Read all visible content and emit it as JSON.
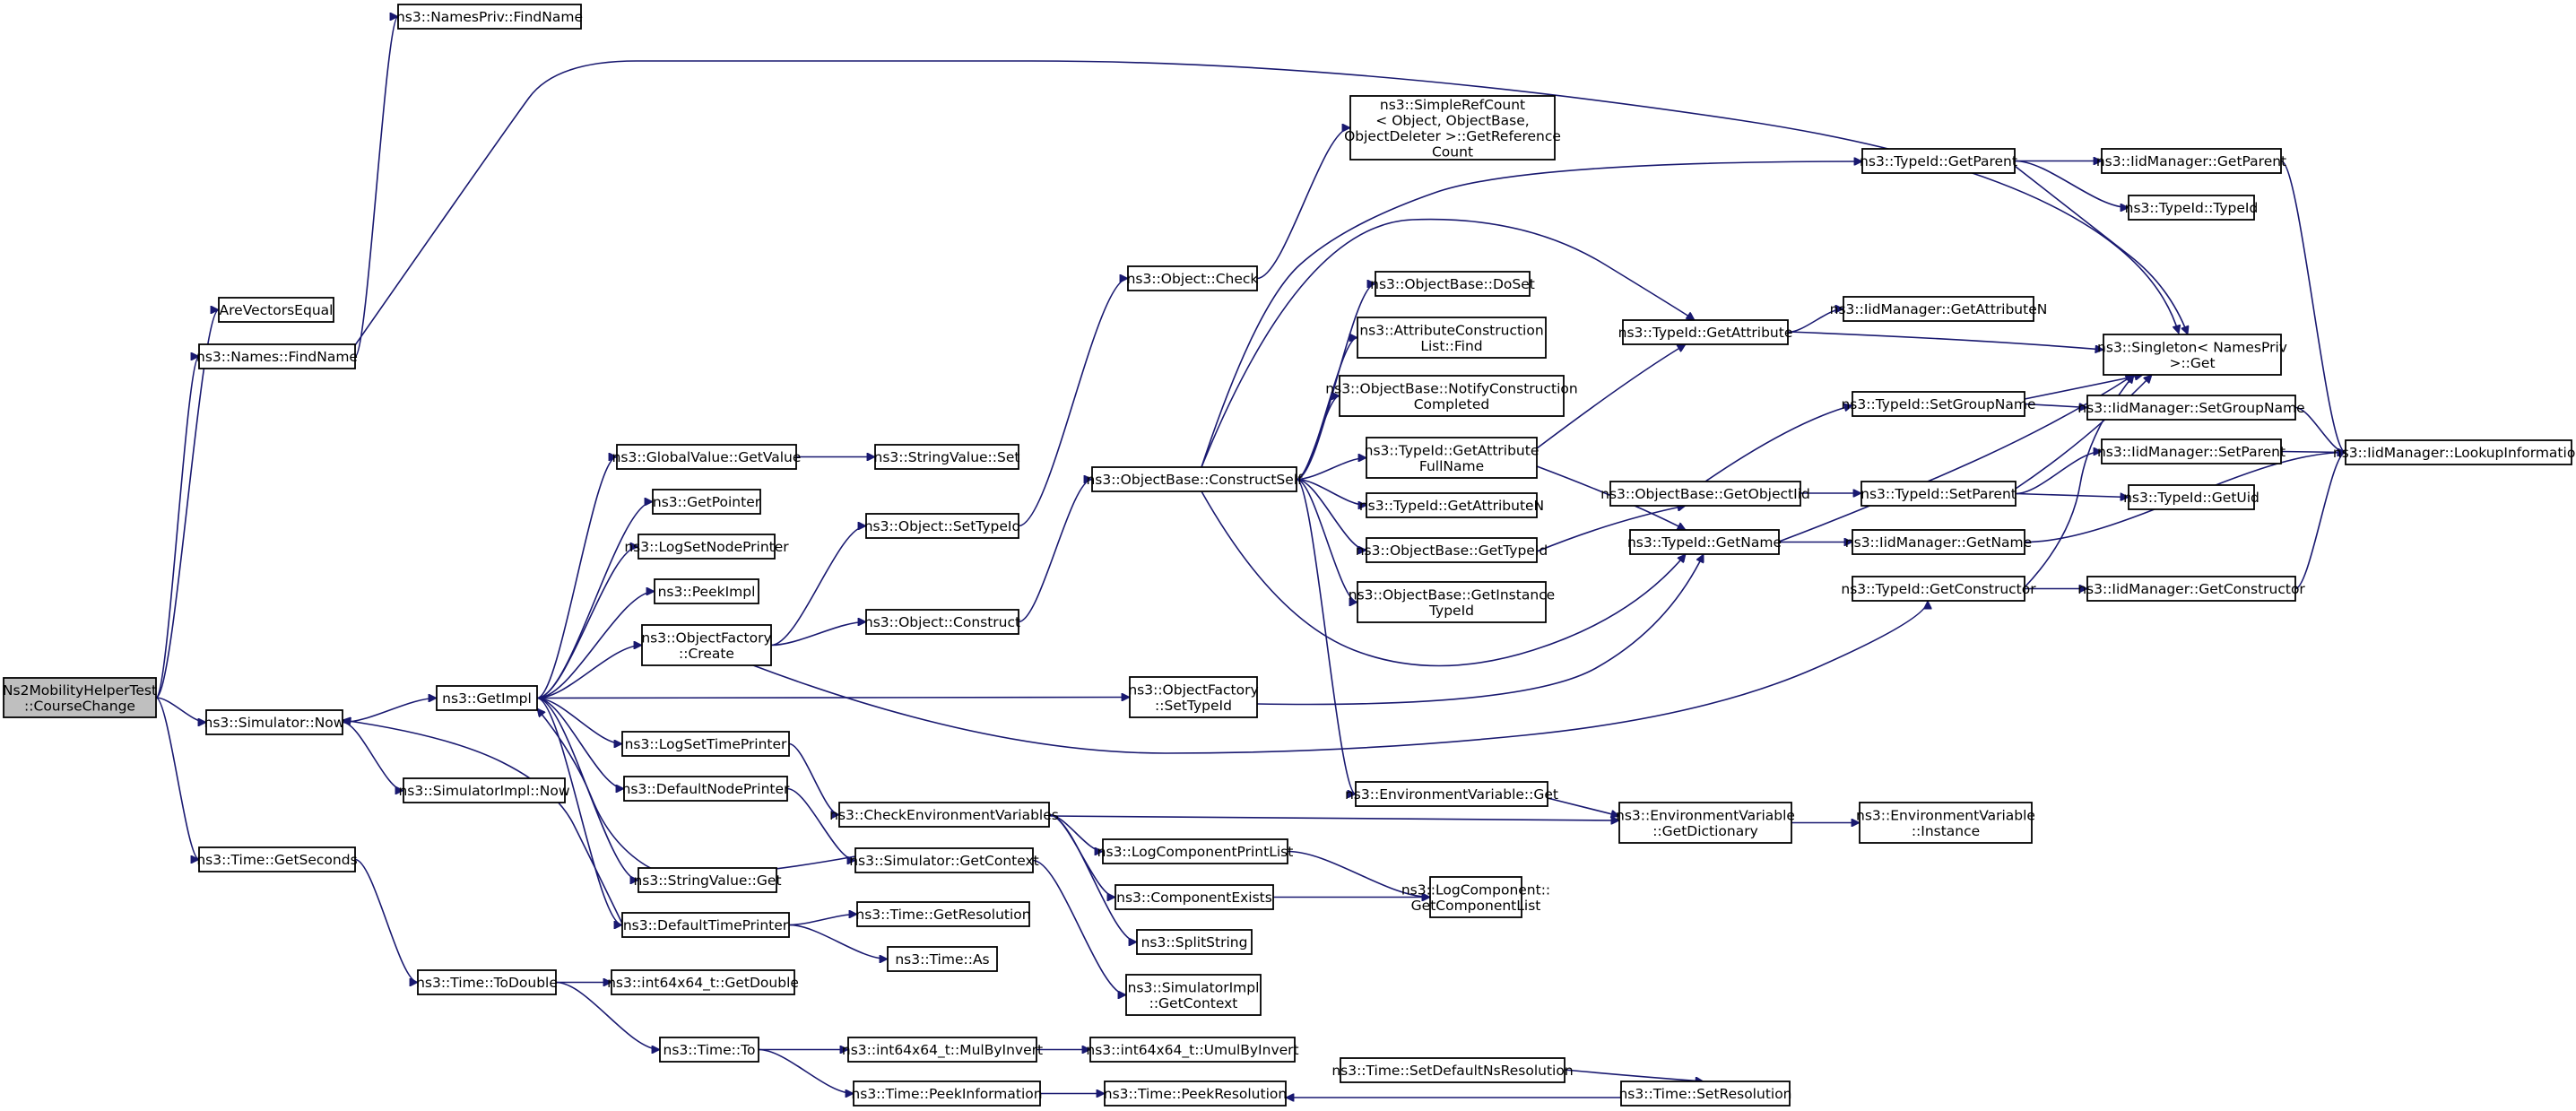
{
  "diagram": {
    "type": "call-graph",
    "edge_color": "#191970",
    "root_fill": "#bfbfbf",
    "nodes": [
      {
        "id": "root",
        "label": [
          "Ns2MobilityHelperTest",
          "::CourseChange"
        ]
      },
      {
        "id": "arevec",
        "label": [
          "AreVectorsEqual"
        ]
      },
      {
        "id": "namesfind",
        "label": [
          "ns3::Names::FindName"
        ]
      },
      {
        "id": "nprivfind",
        "label": [
          "ns3::NamesPriv::FindName"
        ]
      },
      {
        "id": "simnow",
        "label": [
          "ns3::Simulator::Now"
        ]
      },
      {
        "id": "getimpl",
        "label": [
          "ns3::GetImpl"
        ]
      },
      {
        "id": "simimplnow",
        "label": [
          "ns3::SimulatorImpl::Now"
        ]
      },
      {
        "id": "timegetsec",
        "label": [
          "ns3::Time::GetSeconds"
        ]
      },
      {
        "id": "todouble",
        "label": [
          "ns3::Time::ToDouble"
        ]
      },
      {
        "id": "int64getd",
        "label": [
          "ns3::int64x64_t::GetDouble"
        ]
      },
      {
        "id": "timeto",
        "label": [
          "ns3::Time::To"
        ]
      },
      {
        "id": "mulbyinv",
        "label": [
          "ns3::int64x64_t::MulByInvert"
        ]
      },
      {
        "id": "umulbyinv",
        "label": [
          "ns3::int64x64_t::UmulByInvert"
        ]
      },
      {
        "id": "peekinfo",
        "label": [
          "ns3::Time::PeekInformation"
        ]
      },
      {
        "id": "peekres",
        "label": [
          "ns3::Time::PeekResolution"
        ]
      },
      {
        "id": "setdefns",
        "label": [
          "ns3::Time::SetDefaultNsResolution"
        ]
      },
      {
        "id": "setres",
        "label": [
          "ns3::Time::SetResolution"
        ]
      },
      {
        "id": "gvgetval",
        "label": [
          "ns3::GlobalValue::GetValue"
        ]
      },
      {
        "id": "strvalset",
        "label": [
          "ns3::StringValue::Set"
        ]
      },
      {
        "id": "getptr",
        "label": [
          "ns3::GetPointer"
        ]
      },
      {
        "id": "logsetnode",
        "label": [
          "ns3::LogSetNodePrinter"
        ]
      },
      {
        "id": "peekimpl",
        "label": [
          "ns3::PeekImpl"
        ]
      },
      {
        "id": "ofcreate",
        "label": [
          "ns3::ObjectFactory",
          "::Create"
        ]
      },
      {
        "id": "logsettime",
        "label": [
          "ns3::LogSetTimePrinter"
        ]
      },
      {
        "id": "defnodepr",
        "label": [
          "ns3::DefaultNodePrinter"
        ]
      },
      {
        "id": "strvalget",
        "label": [
          "ns3::StringValue::Get"
        ]
      },
      {
        "id": "deftimepr",
        "label": [
          "ns3::DefaultTimePrinter"
        ]
      },
      {
        "id": "timegetres",
        "label": [
          "ns3::Time::GetResolution"
        ]
      },
      {
        "id": "timeas",
        "label": [
          "ns3::Time::As"
        ]
      },
      {
        "id": "objsettid",
        "label": [
          "ns3::Object::SetTypeId"
        ]
      },
      {
        "id": "objconstruct",
        "label": [
          "ns3::Object::Construct"
        ]
      },
      {
        "id": "checkenv",
        "label": [
          "ns3::CheckEnvironmentVariables"
        ]
      },
      {
        "id": "simgetctx",
        "label": [
          "ns3::Simulator::GetContext"
        ]
      },
      {
        "id": "objcheck",
        "label": [
          "ns3::Object::Check"
        ]
      },
      {
        "id": "simplerc",
        "label": [
          "ns3::SimpleRefCount",
          "< Object, ObjectBase,",
          "ObjectDeleter >::GetReference",
          "Count"
        ]
      },
      {
        "id": "obconstructself",
        "label": [
          "ns3::ObjectBase::ConstructSelf"
        ]
      },
      {
        "id": "ofsettid",
        "label": [
          "ns3::ObjectFactory",
          "::SetTypeId"
        ]
      },
      {
        "id": "logcomplist",
        "label": [
          "ns3::LogComponentPrintList"
        ]
      },
      {
        "id": "compexists",
        "label": [
          "ns3::ComponentExists"
        ]
      },
      {
        "id": "splitstr",
        "label": [
          "ns3::SplitString"
        ]
      },
      {
        "id": "simimplctx",
        "label": [
          "ns3::SimulatorImpl",
          "::GetContext"
        ]
      },
      {
        "id": "obdoset",
        "label": [
          "ns3::ObjectBase::DoSet"
        ]
      },
      {
        "id": "attrcons",
        "label": [
          "ns3::AttributeConstruction",
          "List::Find"
        ]
      },
      {
        "id": "obnotify",
        "label": [
          "ns3::ObjectBase::NotifyConstruction",
          "Completed"
        ]
      },
      {
        "id": "tidgetattrfull",
        "label": [
          "ns3::TypeId::GetAttribute",
          "FullName"
        ]
      },
      {
        "id": "tidgetattrn",
        "label": [
          "ns3::TypeId::GetAttributeN"
        ]
      },
      {
        "id": "obgettid",
        "label": [
          "ns3::ObjectBase::GetTypeId"
        ]
      },
      {
        "id": "obgetinst",
        "label": [
          "ns3::ObjectBase::GetInstance",
          "TypeId"
        ]
      },
      {
        "id": "envget",
        "label": [
          "ns3::EnvironmentVariable::Get"
        ]
      },
      {
        "id": "logcompget",
        "label": [
          "ns3::LogComponent::",
          "GetComponentList"
        ]
      },
      {
        "id": "tidgetparent",
        "label": [
          "ns3::TypeId::GetParent"
        ]
      },
      {
        "id": "tidgetattr",
        "label": [
          "ns3::TypeId::GetAttribute"
        ]
      },
      {
        "id": "obgetobjtid",
        "label": [
          "ns3::ObjectBase::GetObjectIid"
        ]
      },
      {
        "id": "tidgetname",
        "label": [
          "ns3::TypeId::GetName"
        ]
      },
      {
        "id": "tidgetctor",
        "label": [
          "ns3::TypeId::GetConstructor"
        ]
      },
      {
        "id": "envgetdict",
        "label": [
          "ns3::EnvironmentVariable",
          "::GetDictionary"
        ]
      },
      {
        "id": "tidsetgroup",
        "label": [
          "ns3::TypeId::SetGroupName"
        ]
      },
      {
        "id": "tidsetparent",
        "label": [
          "ns3::TypeId::SetParent"
        ]
      },
      {
        "id": "envinst",
        "label": [
          "ns3::EnvironmentVariable",
          "::Instance"
        ]
      },
      {
        "id": "iidgetparent",
        "label": [
          "ns3::IidManager::GetParent"
        ]
      },
      {
        "id": "tidtid",
        "label": [
          "ns3::TypeId::TypeId"
        ]
      },
      {
        "id": "iidgetattrn",
        "label": [
          "ns3::IidManager::GetAttributeN"
        ]
      },
      {
        "id": "singleton",
        "label": [
          "ns3::Singleton< NamesPriv",
          " >::Get"
        ]
      },
      {
        "id": "iidsetgroup",
        "label": [
          "ns3::IidManager::SetGroupName"
        ]
      },
      {
        "id": "iidsetparent",
        "label": [
          "ns3::IidManager::SetParent"
        ]
      },
      {
        "id": "tidgetuid",
        "label": [
          "ns3::TypeId::GetUid"
        ]
      },
      {
        "id": "iidgetname",
        "label": [
          "ns3::IidManager::GetName"
        ]
      },
      {
        "id": "iidgetctor",
        "label": [
          "ns3::IidManager::GetConstructor"
        ]
      },
      {
        "id": "iidlookup",
        "label": [
          "ns3::IidManager::LookupInformation"
        ]
      }
    ],
    "edges": [
      [
        "root",
        "arevec"
      ],
      [
        "root",
        "namesfind"
      ],
      [
        "root",
        "simnow"
      ],
      [
        "root",
        "timegetsec"
      ],
      [
        "namesfind",
        "nprivfind"
      ],
      [
        "namesfind",
        "singleton"
      ],
      [
        "simnow",
        "getimpl"
      ],
      [
        "simnow",
        "simimplnow"
      ],
      [
        "timegetsec",
        "todouble"
      ],
      [
        "todouble",
        "int64getd"
      ],
      [
        "todouble",
        "timeto"
      ],
      [
        "timeto",
        "mulbyinv"
      ],
      [
        "timeto",
        "peekinfo"
      ],
      [
        "mulbyinv",
        "umulbyinv"
      ],
      [
        "peekinfo",
        "peekres"
      ],
      [
        "setres",
        "peekres"
      ],
      [
        "setdefns",
        "setres"
      ],
      [
        "getimpl",
        "gvgetval"
      ],
      [
        "getimpl",
        "getptr"
      ],
      [
        "getimpl",
        "logsetnode"
      ],
      [
        "getimpl",
        "peekimpl"
      ],
      [
        "getimpl",
        "ofcreate"
      ],
      [
        "getimpl",
        "logsettime"
      ],
      [
        "getimpl",
        "defnodepr"
      ],
      [
        "getimpl",
        "strvalget"
      ],
      [
        "getimpl",
        "deftimepr"
      ],
      [
        "getimpl",
        "ofsettid"
      ],
      [
        "gvgetval",
        "strvalset"
      ],
      [
        "ofcreate",
        "objsettid"
      ],
      [
        "ofcreate",
        "objconstruct"
      ],
      [
        "ofcreate",
        "tidgetctor"
      ],
      [
        "logsettime",
        "checkenv"
      ],
      [
        "defnodepr",
        "simgetctx"
      ],
      [
        "simgetctx",
        "getimpl"
      ],
      [
        "simgetctx",
        "simimplctx"
      ],
      [
        "deftimepr",
        "simnow"
      ],
      [
        "deftimepr",
        "timegetres"
      ],
      [
        "deftimepr",
        "timeas"
      ],
      [
        "objsettid",
        "objcheck"
      ],
      [
        "objcheck",
        "simplerc"
      ],
      [
        "objconstruct",
        "obconstructself"
      ],
      [
        "checkenv",
        "logcomplist"
      ],
      [
        "checkenv",
        "compexists"
      ],
      [
        "checkenv",
        "splitstr"
      ],
      [
        "checkenv",
        "envgetdict"
      ],
      [
        "logcomplist",
        "logcompget"
      ],
      [
        "compexists",
        "logcompget"
      ],
      [
        "ofsettid",
        "tidgetname"
      ],
      [
        "obconstructself",
        "tidgetparent"
      ],
      [
        "obconstructself",
        "tidgetattr"
      ],
      [
        "obconstructself",
        "obdoset"
      ],
      [
        "obconstructself",
        "attrcons"
      ],
      [
        "obconstructself",
        "obnotify"
      ],
      [
        "obconstructself",
        "tidgetattrfull"
      ],
      [
        "obconstructself",
        "tidgetattrn"
      ],
      [
        "obconstructself",
        "obgettid"
      ],
      [
        "obconstructself",
        "obgetinst"
      ],
      [
        "obconstructself",
        "tidgetname"
      ],
      [
        "obconstructself",
        "envget"
      ],
      [
        "envget",
        "envgetdict"
      ],
      [
        "envgetdict",
        "envinst"
      ],
      [
        "tidgetattrfull",
        "tidgetattr"
      ],
      [
        "tidgetattrfull",
        "tidgetname"
      ],
      [
        "obgettid",
        "obgetobjtid"
      ],
      [
        "obgetobjtid",
        "tidsetgroup"
      ],
      [
        "obgetobjtid",
        "tidsetparent"
      ],
      [
        "tidgetparent",
        "iidgetparent"
      ],
      [
        "tidgetparent",
        "tidtid"
      ],
      [
        "tidgetparent",
        "singleton"
      ],
      [
        "tidgetattr",
        "iidgetattrn"
      ],
      [
        "tidgetattr",
        "singleton"
      ],
      [
        "tidgetname",
        "iidgetname"
      ],
      [
        "tidgetname",
        "singleton"
      ],
      [
        "tidgetctor",
        "iidgetctor"
      ],
      [
        "tidgetctor",
        "singleton"
      ],
      [
        "tidsetgroup",
        "iidsetgroup"
      ],
      [
        "tidsetgroup",
        "singleton"
      ],
      [
        "tidsetparent",
        "iidsetparent"
      ],
      [
        "tidsetparent",
        "tidgetuid"
      ],
      [
        "tidsetparent",
        "singleton"
      ],
      [
        "iidgetparent",
        "iidlookup"
      ],
      [
        "iidsetgroup",
        "iidlookup"
      ],
      [
        "iidsetparent",
        "iidlookup"
      ],
      [
        "iidgetname",
        "iidlookup"
      ],
      [
        "iidgetctor",
        "iidlookup"
      ]
    ]
  }
}
